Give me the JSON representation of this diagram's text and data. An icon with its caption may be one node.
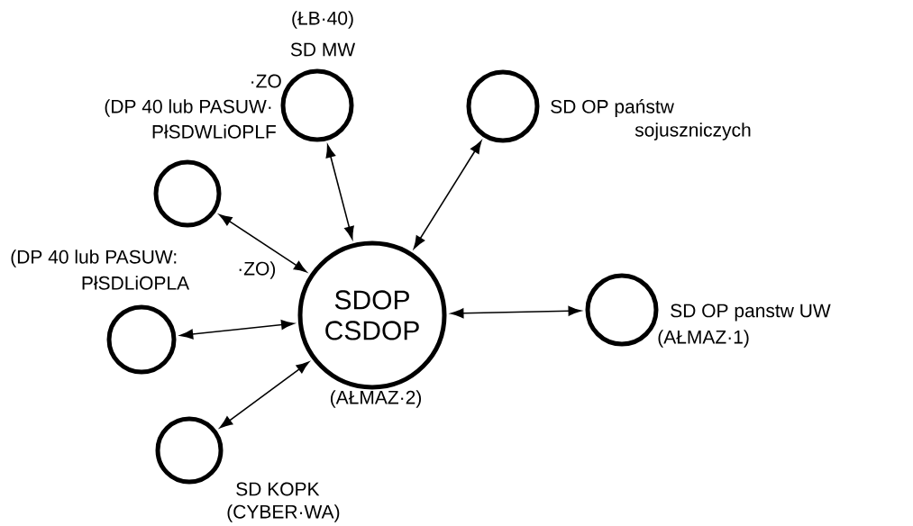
{
  "diagram": {
    "nodes": [
      {
        "text": [],
        "shape": "circle",
        "beside": [
          "(ŁB·40)",
          "SD MW"
        ]
      },
      {
        "text": [],
        "shape": "circle",
        "beside": [
          "·ZO",
          "(DP 40 lub PASUW·",
          "PłSDWLiOPLF"
        ]
      },
      {
        "text": [],
        "shape": "circle",
        "beside": [
          "SD OP państw",
          "sojuszniczych"
        ]
      },
      {
        "text": [],
        "shape": "circle",
        "beside": [
          "(DP 40 lub PASUW:",
          "PłSDLiOPLA"
        ]
      },
      {
        "text": [
          "SDOP CSDOP"
        ],
        "beside": [
          "(AŁMAZ·2)"
        ]
      },
      {
        "text": [],
        "shape": "circle",
        "beside": [
          "SD OP panstw UW",
          "(AŁMAZ·1)"
        ]
      },
      {
        "text": [],
        "shape": "circle",
        "beside": [
          "SD KOPK",
          "(CYBER·WA)"
        ]
      }
    ],
    "edges": [
      {
        "from": 4,
        "to": 0,
        "arrow": "both"
      },
      {
        "from": 4,
        "to": 1,
        "arrow": "both"
      },
      {
        "from": 4,
        "to": 2,
        "arrow": "both"
      },
      {
        "from": 4,
        "to": 3,
        "arrow": "both"
      },
      {
        "from": 4,
        "to": 5,
        "arrow": "both"
      },
      {
        "from": 4,
        "to": 6,
        "arrow": "both"
      }
    ],
    "labels": [
      "·ZO)"
    ]
  }
}
